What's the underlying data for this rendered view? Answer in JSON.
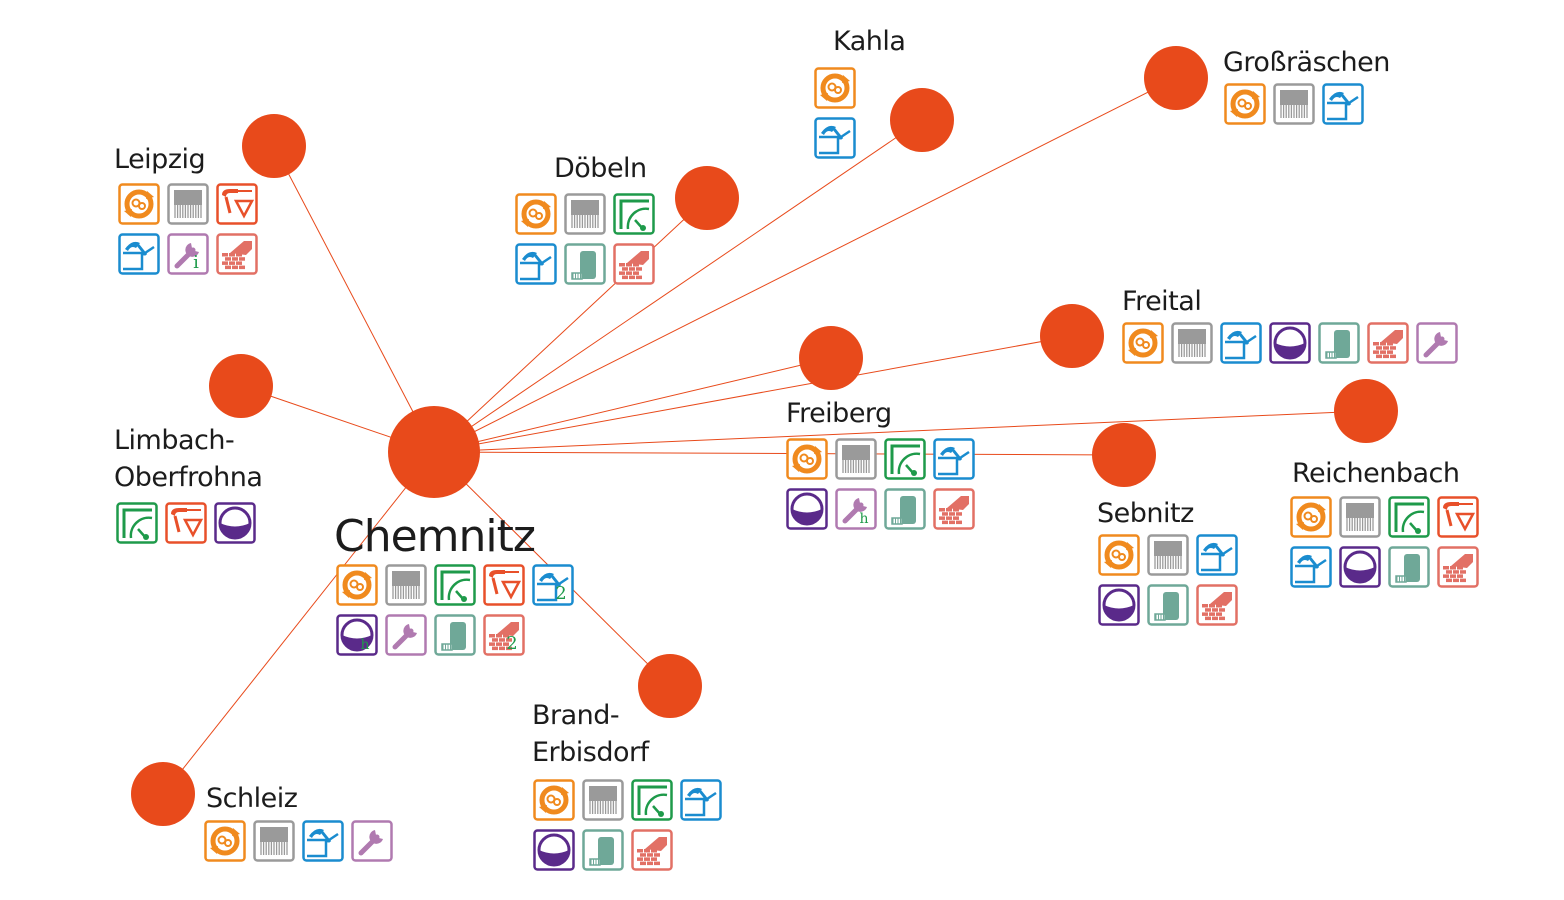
{
  "colors": {
    "node": "#E84A1B",
    "line": "#E84A1B",
    "label": "#1C1C1C",
    "recycling": "#F08A1E",
    "filter": "#9A9A9A",
    "meter": "#1E9A4A",
    "valve": "#E8502A",
    "excavator": "#1A8CCF",
    "tank": "#5A2A8A",
    "wrench": "#B07AB0",
    "column": "#6FA898",
    "bricks": "#E27065",
    "badge_text": "#1E9A4A"
  },
  "hub": {
    "id": "chemnitz",
    "name": "Chemnitz"
  },
  "cities": [
    {
      "id": "chemnitz",
      "name": "Chemnitz",
      "icons": [
        "recycling-icon",
        "filter-icon",
        "meter-icon",
        "valve-icon",
        "excavator-icon",
        "tank-icon",
        "wrench-icon",
        "column-icon",
        "bricks-icon"
      ],
      "badges": {
        "excavator-icon": "2",
        "tank-icon": "h",
        "bricks-icon": "2"
      }
    },
    {
      "id": "leipzig",
      "name": "Leipzig",
      "icons": [
        "recycling-icon",
        "filter-icon",
        "valve-icon",
        "excavator-icon",
        "wrench-icon",
        "bricks-icon"
      ],
      "badges": {
        "wrench-icon": "i"
      }
    },
    {
      "id": "doebeln",
      "name": "Döbeln",
      "icons": [
        "recycling-icon",
        "filter-icon",
        "meter-icon",
        "excavator-icon",
        "column-icon",
        "bricks-icon"
      ],
      "badges": {}
    },
    {
      "id": "kahla",
      "name": "Kahla",
      "icons": [
        "recycling-icon",
        "excavator-icon"
      ],
      "badges": {}
    },
    {
      "id": "grossraeschen",
      "name": "Großräschen",
      "icons": [
        "recycling-icon",
        "filter-icon",
        "excavator-icon"
      ],
      "badges": {}
    },
    {
      "id": "freital",
      "name": "Freital",
      "icons": [
        "recycling-icon",
        "filter-icon",
        "excavator-icon",
        "tank-icon",
        "column-icon",
        "bricks-icon",
        "wrench-icon"
      ],
      "badges": {}
    },
    {
      "id": "limbach",
      "name": "Limbach-\nOberfrohna",
      "icons": [
        "meter-icon",
        "valve-icon",
        "tank-icon"
      ],
      "badges": {}
    },
    {
      "id": "freiberg",
      "name": "Freiberg",
      "icons": [
        "recycling-icon",
        "filter-icon",
        "meter-icon",
        "excavator-icon",
        "tank-icon",
        "wrench-icon",
        "column-icon",
        "bricks-icon"
      ],
      "badges": {
        "wrench-icon": "h"
      }
    },
    {
      "id": "reichenbach",
      "name": "Reichenbach",
      "icons": [
        "recycling-icon",
        "filter-icon",
        "meter-icon",
        "valve-icon",
        "excavator-icon",
        "tank-icon",
        "column-icon",
        "bricks-icon"
      ],
      "badges": {}
    },
    {
      "id": "sebnitz",
      "name": "Sebnitz",
      "icons": [
        "recycling-icon",
        "filter-icon",
        "excavator-icon",
        "tank-icon",
        "column-icon",
        "bricks-icon"
      ],
      "badges": {}
    },
    {
      "id": "brand-erbisdorf",
      "name": "Brand-\nErbisdorf",
      "icons": [
        "recycling-icon",
        "filter-icon",
        "meter-icon",
        "excavator-icon",
        "tank-icon",
        "column-icon",
        "bricks-icon"
      ],
      "badges": {}
    },
    {
      "id": "schleiz",
      "name": "Schleiz",
      "icons": [
        "recycling-icon",
        "filter-icon",
        "excavator-icon",
        "wrench-icon"
      ],
      "badges": {}
    }
  ],
  "connections": [
    {
      "from": "chemnitz",
      "to": "leipzig"
    },
    {
      "from": "chemnitz",
      "to": "limbach"
    },
    {
      "from": "chemnitz",
      "to": "doebeln"
    },
    {
      "from": "chemnitz",
      "to": "kahla"
    },
    {
      "from": "chemnitz",
      "to": "grossraeschen"
    },
    {
      "from": "chemnitz",
      "to": "freiberg"
    },
    {
      "from": "chemnitz",
      "to": "freital"
    },
    {
      "from": "chemnitz",
      "to": "reichenbach"
    },
    {
      "from": "chemnitz",
      "to": "sebnitz"
    },
    {
      "from": "chemnitz",
      "to": "brand-erbisdorf"
    },
    {
      "from": "chemnitz",
      "to": "schleiz"
    }
  ]
}
